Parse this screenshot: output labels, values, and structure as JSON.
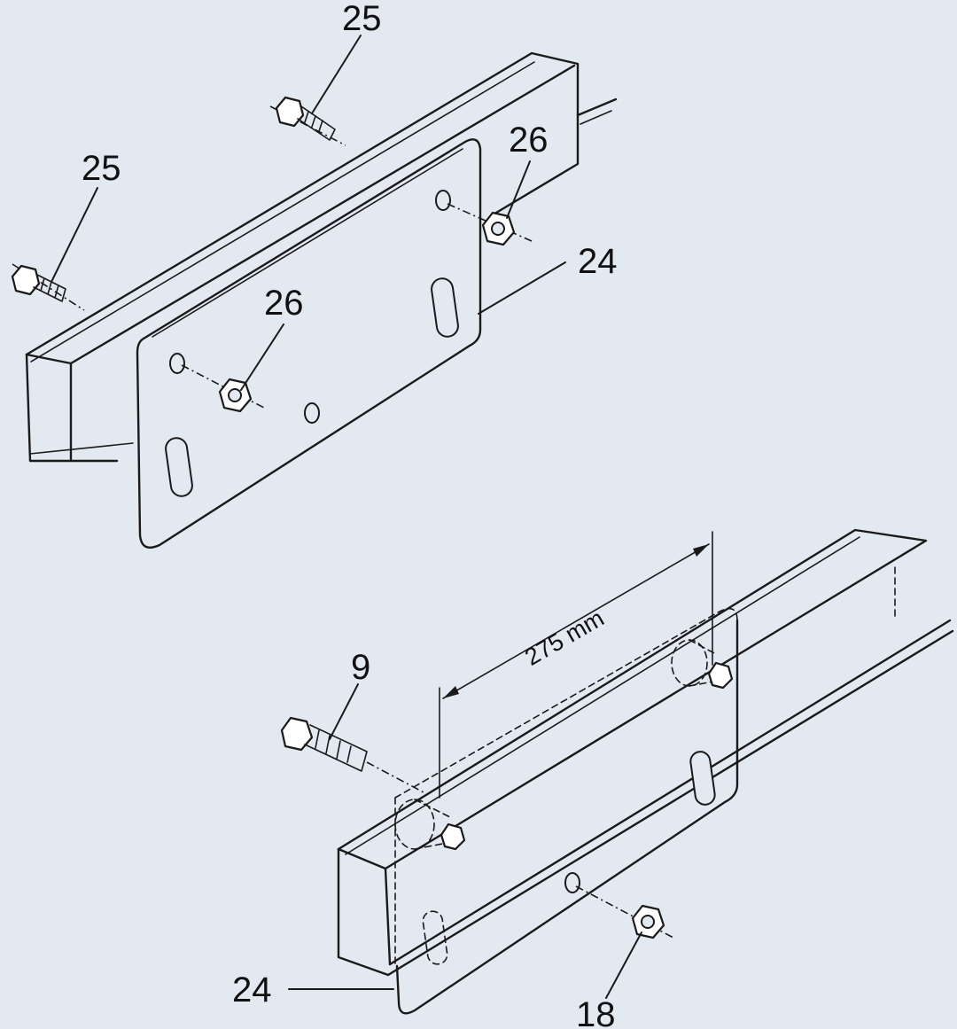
{
  "callouts": {
    "bolt_top": "25",
    "bolt_left": "25",
    "nut_upper_right": "26",
    "nut_upper_center": "26",
    "plate_upper": "24",
    "bolt_lower": "9",
    "plate_lower": "24",
    "nut_lower": "18"
  },
  "dimension": {
    "spacing": "275 mm"
  }
}
